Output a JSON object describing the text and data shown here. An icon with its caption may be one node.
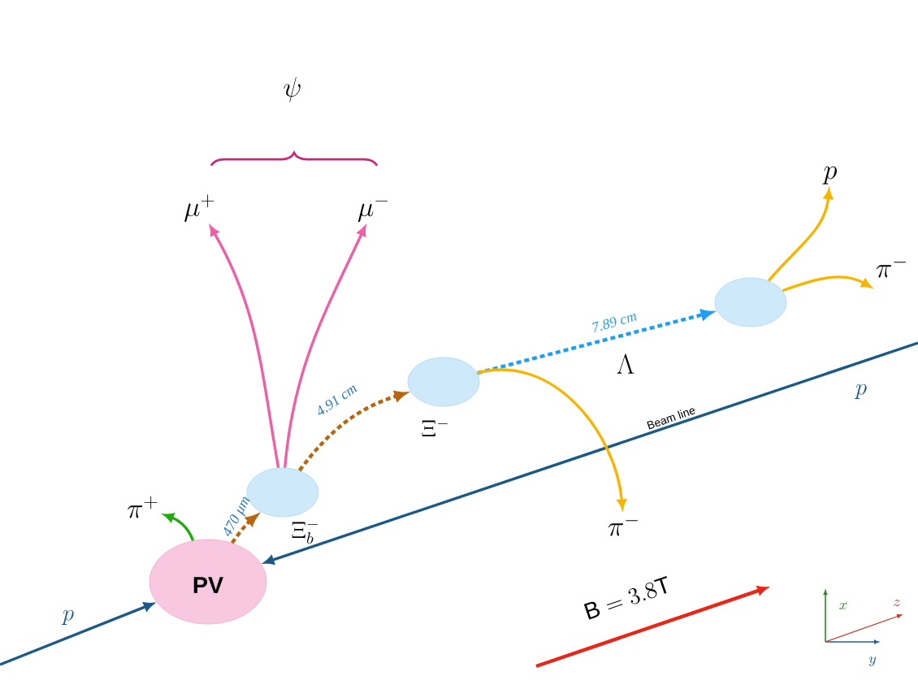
{
  "diagram": {
    "nodes": [
      {
        "text": [
          "PV"
        ]
      },
      {
        "text": [],
        "shape": "ellipse"
      },
      {
        "text": [],
        "shape": "ellipse"
      },
      {
        "text": [],
        "shape": "ellipse"
      },
      {
        "text": [
          "\\pi^{+}"
        ]
      },
      {
        "text": [
          "\\mu^{+}"
        ]
      },
      {
        "text": [
          "\\mu^{-}"
        ]
      },
      {
        "text": [
          "\\pi^{-}"
        ]
      },
      {
        "text": [
          "p"
        ]
      },
      {
        "text": [
          "\\pi^{-}"
        ]
      }
    ],
    "edges": [
      {
        "from": null,
        "to": 0,
        "arrow": "to",
        "color": "#1b5a87"
      },
      {
        "from": null,
        "to": 0,
        "arrow": "to",
        "color": "#1b5a87"
      },
      {
        "from": 0,
        "to": 1,
        "arrow": "to",
        "label": "470 μm",
        "style": "dashed",
        "color": "#b8650f"
      },
      {
        "from": 1,
        "to": 2,
        "arrow": "to",
        "label": "4.91 cm",
        "style": "dashed",
        "color": "#b8650f"
      },
      {
        "from": 2,
        "to": 3,
        "arrow": "to",
        "label": "7.89 cm",
        "style": "dashed",
        "color": "#1ea0f0"
      },
      {
        "from": 0,
        "to": 4,
        "arrow": "to",
        "color": "#22aa11"
      },
      {
        "from": 1,
        "to": 5,
        "arrow": "to",
        "color": "#ee5fa7"
      },
      {
        "from": 1,
        "to": 6,
        "arrow": "to",
        "color": "#ee5fa7"
      },
      {
        "from": 2,
        "to": 7,
        "arrow": "to",
        "color": "#f7b500"
      },
      {
        "from": 3,
        "to": 8,
        "arrow": "to",
        "color": "#f7b500"
      },
      {
        "from": 3,
        "to": 9,
        "arrow": "to",
        "color": "#f7b500"
      }
    ],
    "labels": [
      "\\psi",
      "\\Lambda",
      "p",
      "\\Xi^{-}",
      "Beam line",
      "\\Xi_{b}^{-}",
      "\\mathrm{B} = 3.8\\mathrm{T}",
      "x",
      "z",
      "p",
      "y"
    ]
  }
}
